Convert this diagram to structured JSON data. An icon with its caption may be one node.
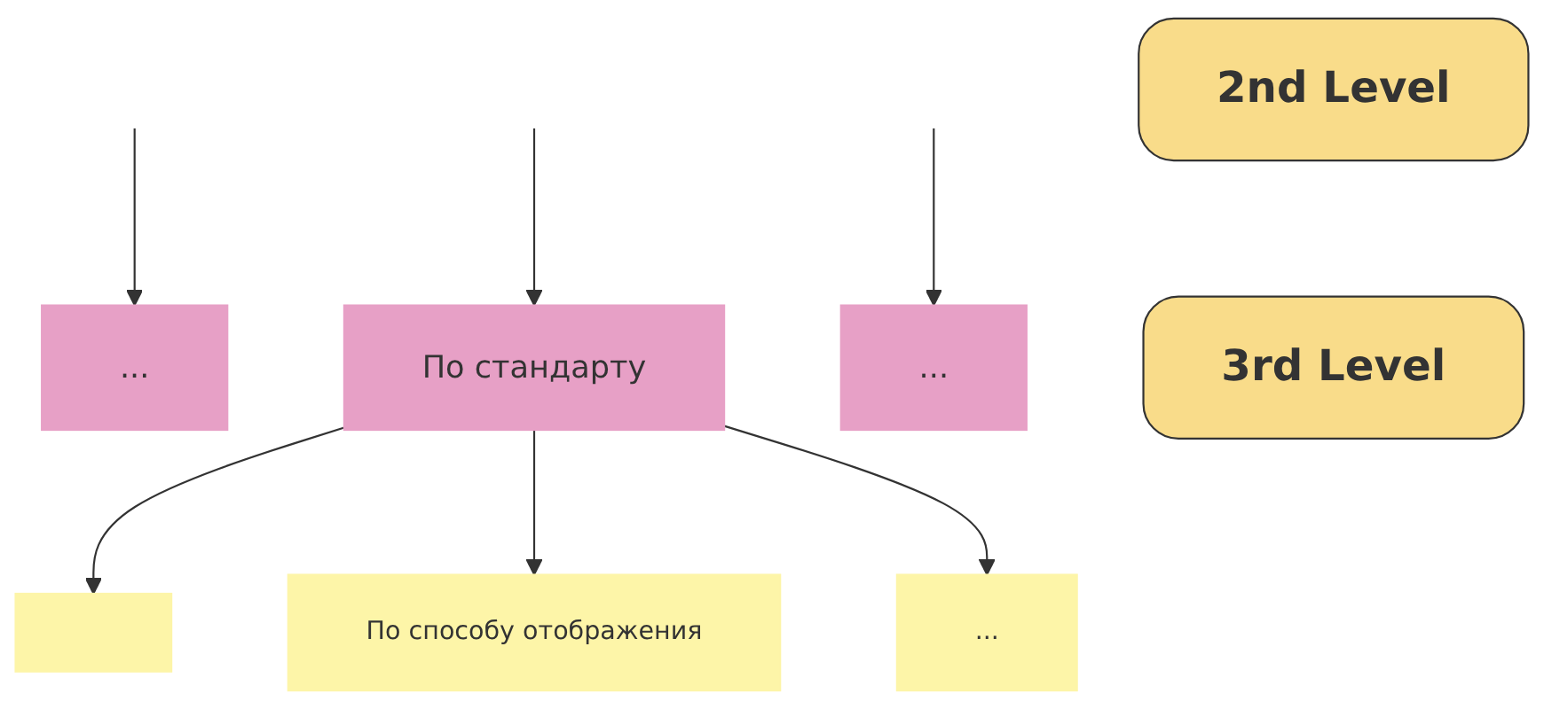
{
  "diagram": {
    "nodes": [
      {
        "text": [
          "2nd Level"
        ]
      },
      {
        "text": [
          "..."
        ]
      },
      {
        "text": [
          "По стандарту"
        ]
      },
      {
        "text": [
          "..."
        ]
      },
      {
        "text": [
          "3rd Level"
        ]
      },
      {
        "text": [],
        "shape": "box"
      },
      {
        "text": [
          "По способу отображения"
        ]
      },
      {
        "text": [
          "..."
        ]
      }
    ],
    "edges": [
      {
        "from": null,
        "to": 1,
        "arrow": "to"
      },
      {
        "from": null,
        "to": 2,
        "arrow": "to"
      },
      {
        "from": null,
        "to": 3,
        "arrow": "to"
      },
      {
        "from": 2,
        "to": 5,
        "arrow": "to"
      },
      {
        "from": 2,
        "to": 6,
        "arrow": "to"
      },
      {
        "from": 2,
        "to": 7,
        "arrow": "to"
      }
    ]
  }
}
